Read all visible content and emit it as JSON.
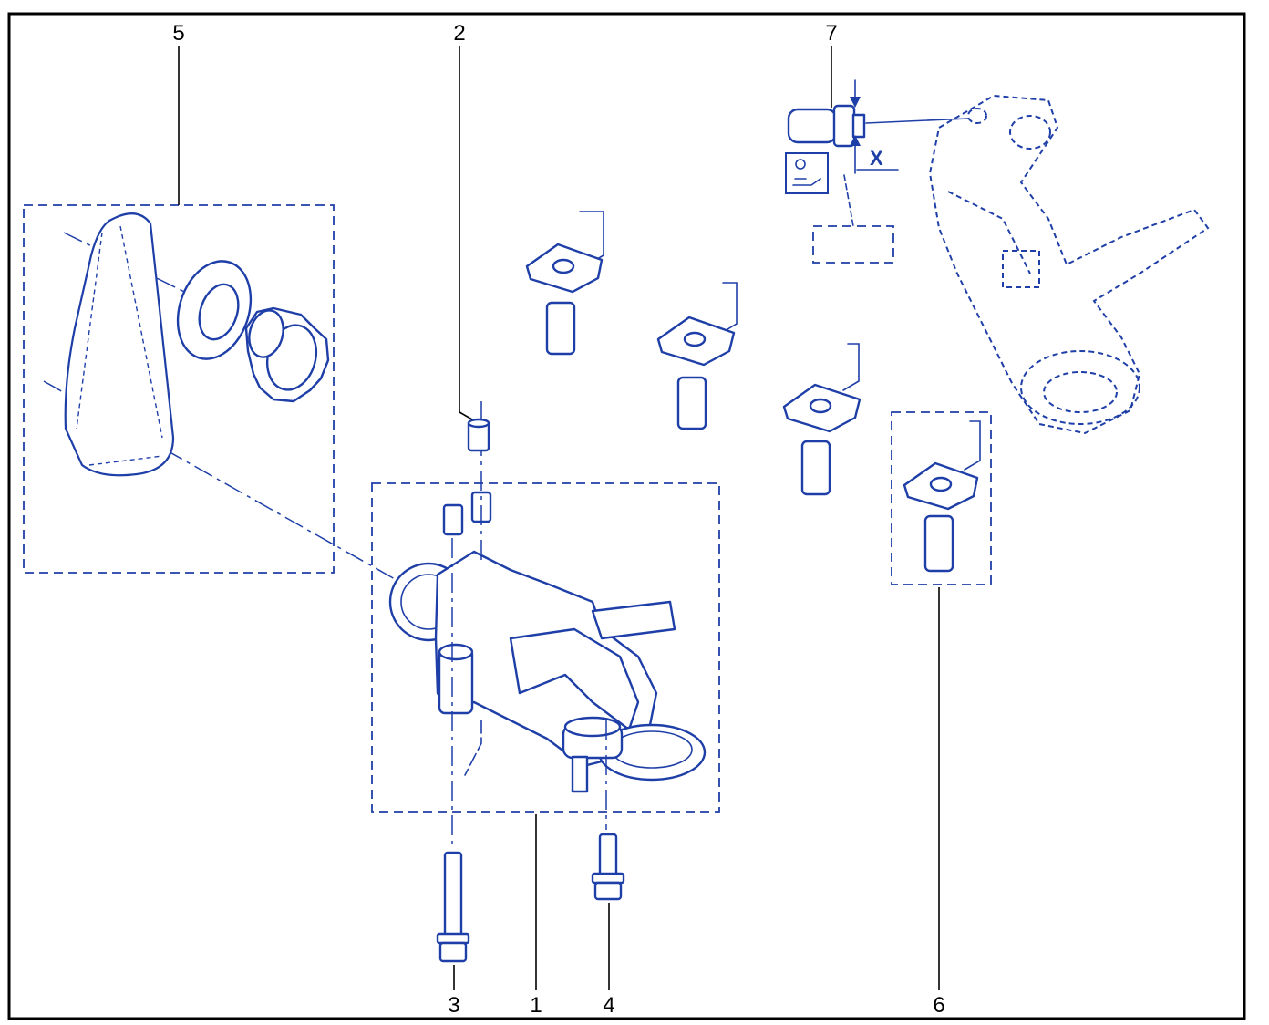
{
  "callouts": {
    "c1": "1",
    "c2": "2",
    "c3": "3",
    "c4": "4",
    "c5": "5",
    "c6": "6",
    "c7": "7"
  },
  "dimension_label": "X",
  "colors": {
    "line": "#1f3fa8",
    "frame": "#000000",
    "background": "#ffffff"
  },
  "icons": {
    "warning_symbol": "oil-pressure-warning-light-icon"
  }
}
